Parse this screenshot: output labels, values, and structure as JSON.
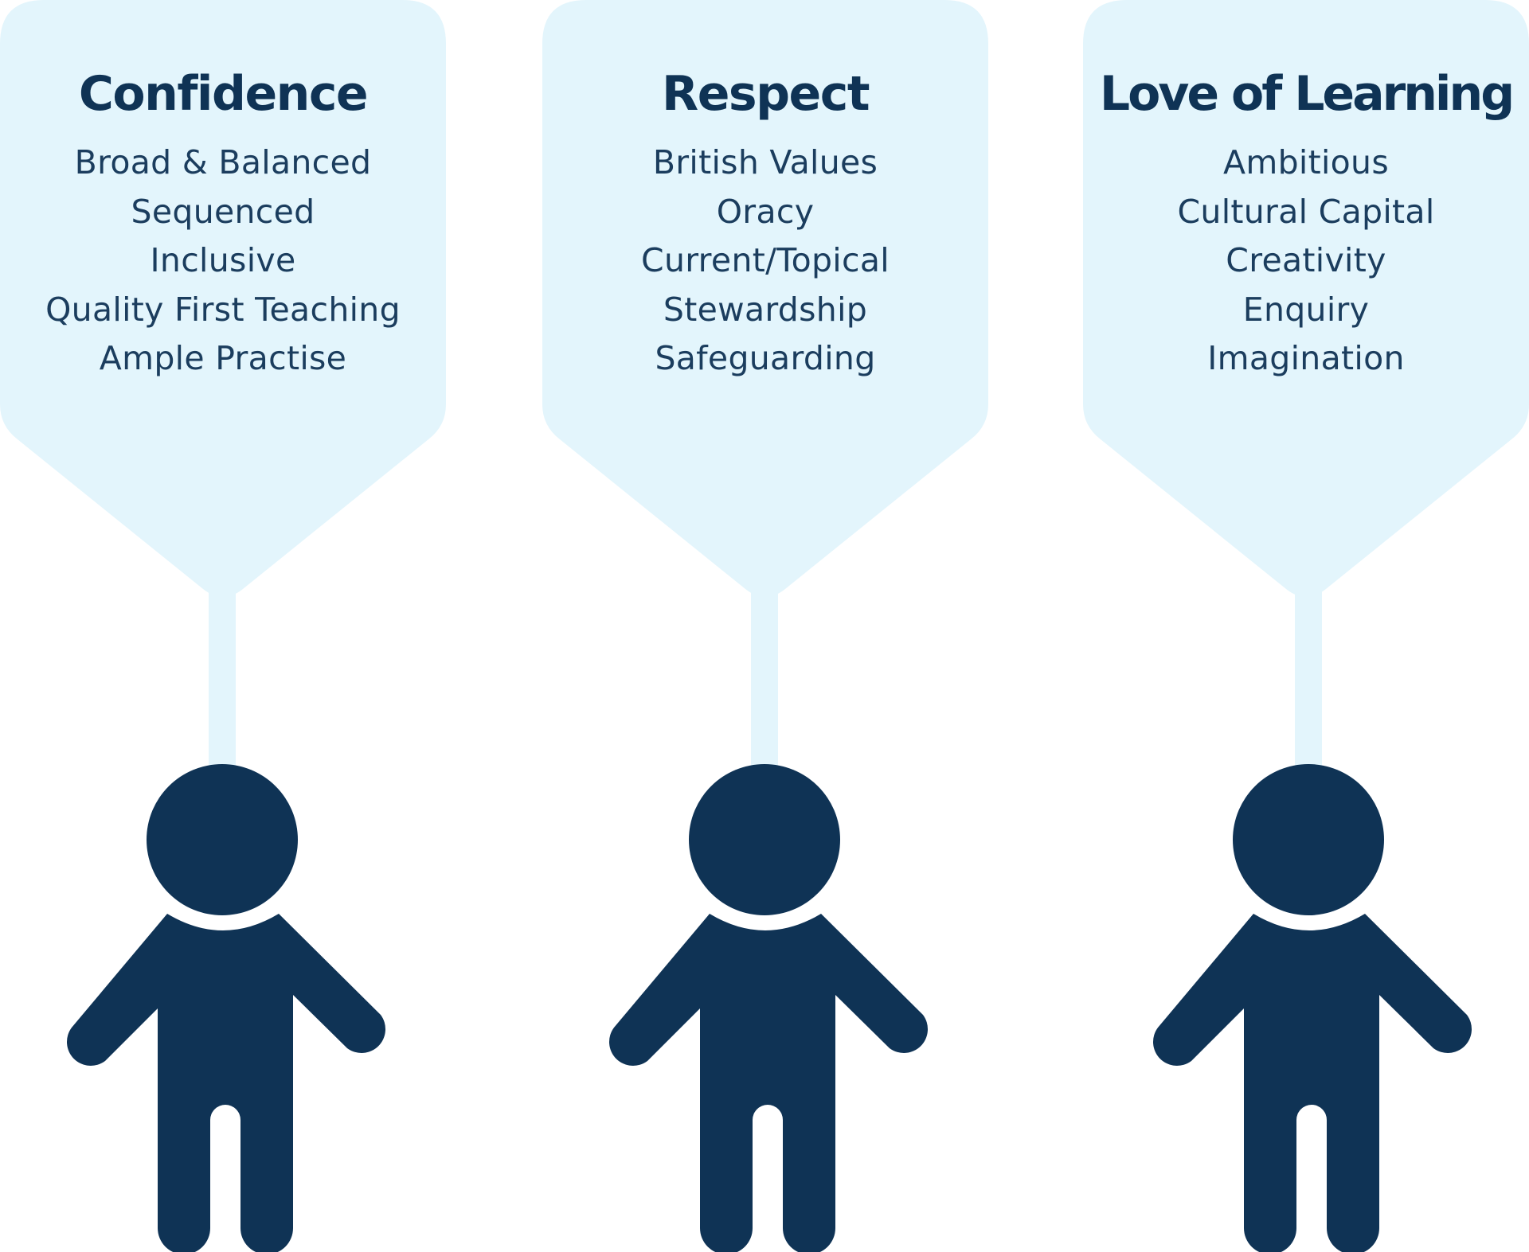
{
  "colors": {
    "panel_fill": "#e3f5fc",
    "figure_fill": "#0f3355",
    "title_text": "#0f3355",
    "item_text": "#1b3d5e"
  },
  "columns": [
    {
      "title": "Confidence",
      "items": [
        "Broad & Balanced",
        "Sequenced",
        "Inclusive",
        "Quality First Teaching",
        "Ample Practise"
      ],
      "icon": "person-icon"
    },
    {
      "title": "Respect",
      "items": [
        "British Values",
        "Oracy",
        "Current/Topical",
        "Stewardship",
        "Safeguarding"
      ],
      "icon": "person-icon"
    },
    {
      "title": "Love of Learning",
      "items": [
        "Ambitious",
        "Cultural Capital",
        "Creativity",
        "Enquiry",
        "Imagination"
      ],
      "icon": "person-icon"
    }
  ]
}
